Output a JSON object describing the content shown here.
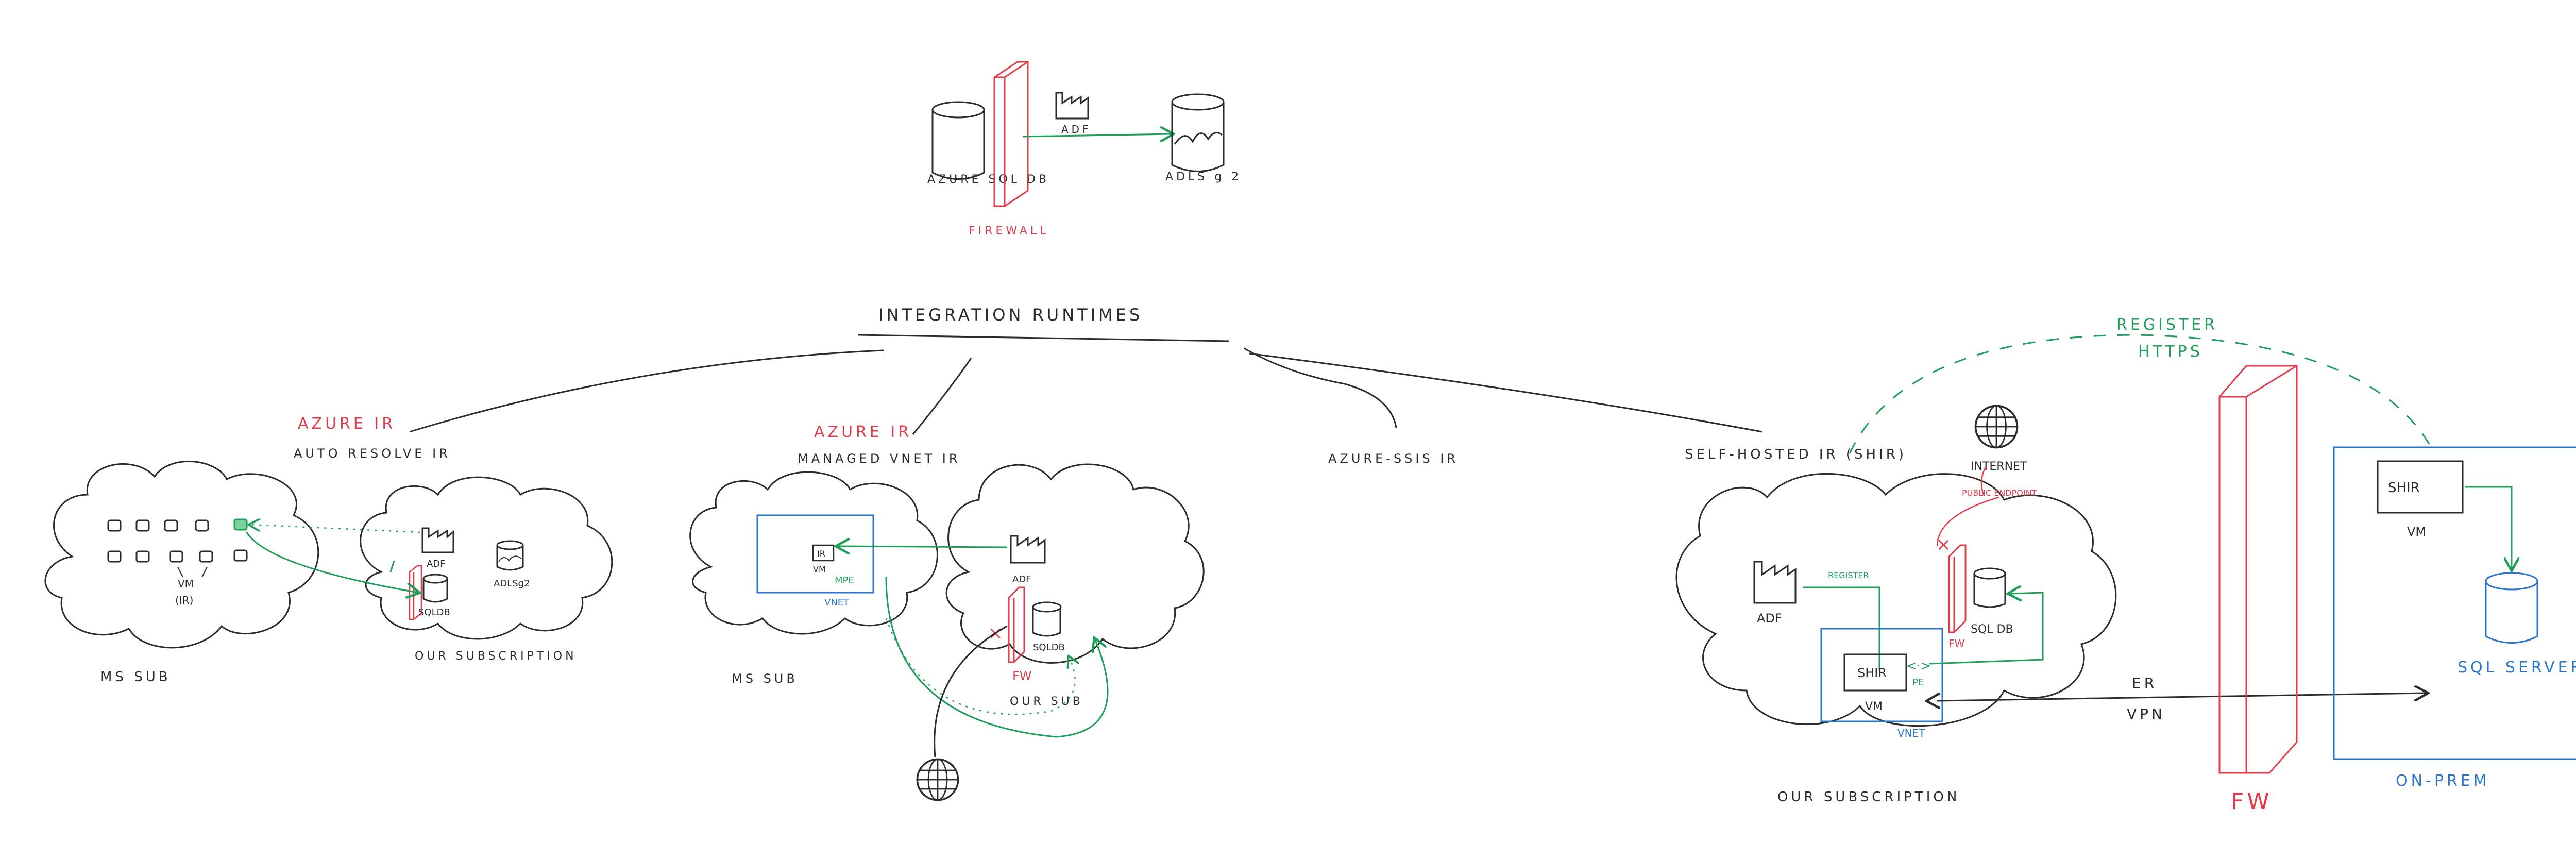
{
  "colors": {
    "ink": "#2b2b2b",
    "red": "#e23c4b",
    "green": "#1f9e5a",
    "blue": "#2a74c9"
  },
  "top": {
    "sql_label": "AZURE SQL DB",
    "adf_label": "ADF",
    "adls_label": "ADLS g 2",
    "firewall_label": "FIREWALL"
  },
  "title": "INTEGRATION RUNTIMES",
  "azure_ir": {
    "tag": "AZURE IR",
    "subtitle": "AUTO RESOLVE IR",
    "vm_label": "VM",
    "ir_label": "(IR)",
    "ms_sub_label": "MS SUB",
    "adf_label": "ADF",
    "adls_label": "ADLSg2",
    "sqldb_label": "SQLDB",
    "our_sub_label": "OUR SUBSCRIPTION"
  },
  "managed_ir": {
    "tag": "AZURE IR",
    "subtitle": "MANAGED VNET IR",
    "vm_label": "VM",
    "ir_badge": "IR",
    "mpe_label": "MPE",
    "vnet_label": "VNET",
    "ms_sub_label": "MS SUB",
    "adf_label": "ADF",
    "sqldb_label": "SQLDB",
    "fw_label": "FW",
    "x_mark": "×",
    "our_sub_label": "OUR SUB"
  },
  "ssis_ir": {
    "label": "AZURE-SSIS IR"
  },
  "shir": {
    "title": "SELF-HOSTED IR (SHIR)",
    "register_top": "REGISTER",
    "https": "HTTPS",
    "internet_label": "INTERNET",
    "public_endpoint": "PUBLIC ENDPOINT",
    "adf_label": "ADF",
    "register_label": "REGISTER",
    "shir_label": "SHIR",
    "vm_label": "VM",
    "vnet_label": "VNET",
    "pe_label": "PE",
    "pe_brackets": "<·>",
    "sqldb_label": "SQL DB",
    "fw_small_label": "FW",
    "x_mark": "×",
    "our_sub_label": "OUR SUBSCRIPTION",
    "er_label": "ER",
    "vpn_label": "VPN",
    "fw_big_label": "FW",
    "onprem_shir_label": "SHIR",
    "onprem_vm_label": "VM",
    "sql_server_label": "SQL SERVER",
    "onprem_label": "ON-PREM"
  }
}
